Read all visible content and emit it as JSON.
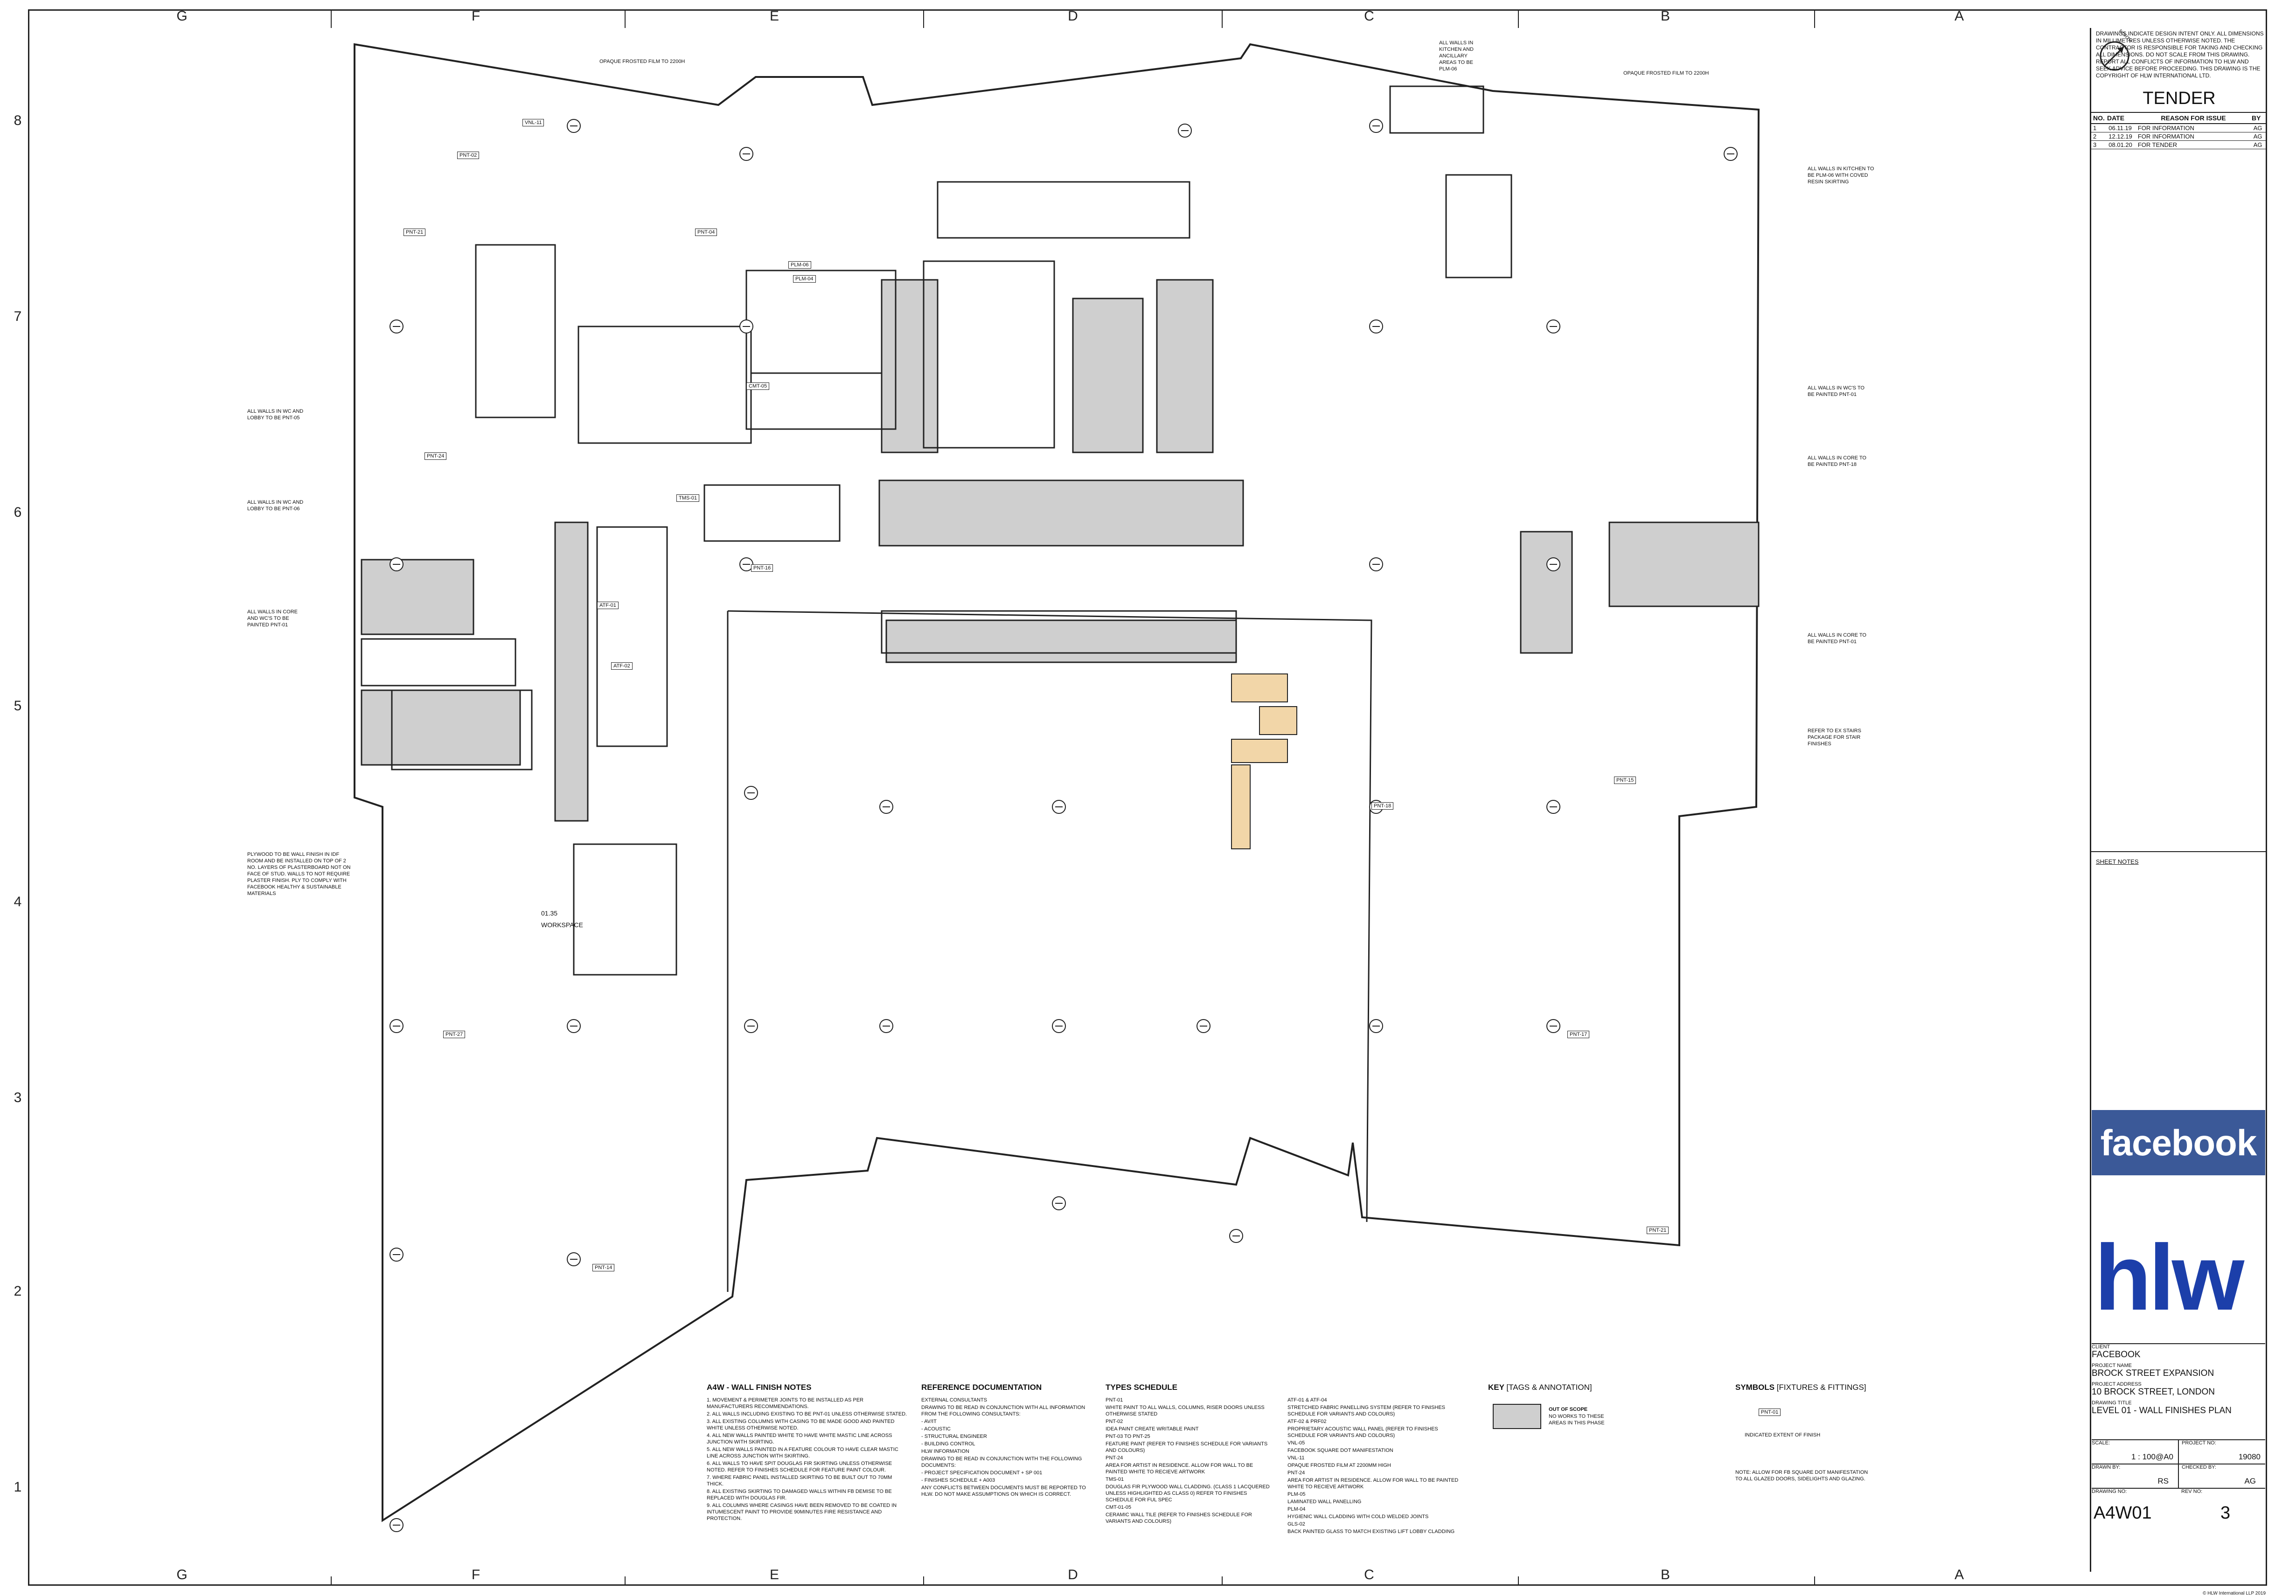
{
  "grid": {
    "columns": [
      "G",
      "F",
      "E",
      "D",
      "C",
      "B",
      "A"
    ],
    "rows": [
      "8",
      "7",
      "6",
      "5",
      "4",
      "3",
      "2",
      "1"
    ]
  },
  "plan": {
    "workspace_code": "01.35",
    "workspace_label": "WORKSPACE",
    "annotations_left": [
      "ALL WALLS IN WC AND LOBBY TO BE PNT-05",
      "ALL WALLS IN WC AND LOBBY TO BE PNT-06",
      "ALL WALLS IN CORE AND WC'S TO BE PAINTED PNT-01",
      "PLYWOOD TO BE WALL FINISH IN IDF ROOM AND BE INSTALLED ON TOP OF 2 NO. LAYERS OF PLASTERBOARD NOT ON FACE OF STUD. WALLS TO NOT REQUIRE PLASTER FINISH. PLY TO COMPLY WITH FACEBOOK HEALTHY & SUSTAINABLE MATERIALS"
    ],
    "annotations_right": [
      "ALL WALLS IN KITCHEN AND ANCILLARY AREAS TO BE PLM-06",
      "ALL WALLS IN KITCHEN TO BE PLM-06 WITH COVED RESIN SKIRTING",
      "ALL WALLS IN WC'S TO BE PAINTED PNT-01",
      "ALL WALLS IN CORE TO BE PAINTED PNT-18",
      "ALL WALLS IN CORE TO BE PAINTED PNT-01",
      "REFER TO EX STAIRS PACKAGE FOR STAIR FINISHES"
    ],
    "annotations_top": [
      "OPAQUE FROSTED FILM TO 2200H",
      "OPAQUE FROSTED FILM TO 2200H"
    ],
    "tags": [
      "VNL-11",
      "PNT-02",
      "PNT-21",
      "PNT-04",
      "PLM-06",
      "PLM-04",
      "CMT-05",
      "PNT-24",
      "TMS-01",
      "PNT-16",
      "PNT-27",
      "ATF-01",
      "ATF-02",
      "PNT-18",
      "PNT-15",
      "PNT-17",
      "PNT-14",
      "PNT-21"
    ]
  },
  "notes": {
    "wall_title": "A4W - WALL FINISH NOTES",
    "wall_items": [
      "1. MOVEMENT & PERIMETER JOINTS TO BE INSTALLED AS PER MANUFACTURERS RECOMMENDATIONS.",
      "2. ALL WALLS INCLUDING EXISTING TO BE PNT-01 UNLESS OTHERWISE STATED.",
      "3. ALL EXISTING COLUMNS WITH CASING TO BE MADE GOOD AND PAINTED WHITE UNLESS OTHERWISE NOTED.",
      "4. ALL NEW WALLS PAINTED WHITE TO HAVE WHITE MASTIC LINE ACROSS JUNCTION WITH SKIRTING.",
      "5. ALL NEW WALLS PAINTED IN A FEATURE COLOUR TO HAVE CLEAR MASTIC LINE ACROSS JUNCTION WITH SKIRTING.",
      "6. ALL WALLS TO HAVE SPIT DOUGLAS FIR SKIRTING UNLESS OTHERWISE NOTED. REFER TO FINISHES SCHEDULE FOR FEATURE PAINT COLOUR.",
      "7. WHERE FABRIC PANEL INSTALLED SKIRTING TO BE BUILT OUT TO 70MM THICK.",
      "8. ALL EXISTING SKIRTING TO DAMAGED WALLS WITHIN FB DEMISE TO BE REPLACED WITH DOUGLAS FIR.",
      "9. ALL COLUMNS WHERE CASINGS HAVE BEEN REMOVED TO BE COATED IN INTUMESCENT PAINT TO PROVIDE 90MINUTES FIRE RESISTANCE AND PROTECTION."
    ],
    "ref_title": "REFERENCE DOCUMENTATION",
    "ref_items": [
      "EXTERNAL CONSULTANTS",
      "DRAWING TO BE READ IN CONJUNCTION WITH ALL INFORMATION FROM THE FOLLOWING CONSULTANTS:",
      "- AV/IT",
      "- ACOUSTIC",
      "- STRUCTURAL ENGINEER",
      "- BUILDING CONTROL",
      "HLW INFORMATION",
      "DRAWING TO BE READ IN CONJUNCTION WITH THE FOLLOWING DOCUMENTS:",
      "- PROJECT SPECIFICATION DOCUMENT + SP 001",
      "- FINISHES SCHEDULE + A003",
      "ANY CONFLICTS BETWEEN DOCUMENTS MUST BE REPORTED TO HLW. DO NOT MAKE ASSUMPTIONS ON WHICH IS CORRECT."
    ],
    "types_title": "TYPES SCHEDULE",
    "types_col1": [
      "PNT-01",
      "WHITE PAINT TO ALL WALLS, COLUMNS, RISER DOORS UNLESS OTHERWISE STATED",
      "PNT-02",
      "IDEA PAINT CREATE WRITABLE PAINT",
      "PNT-03 TO PNT-25",
      "FEATURE PAINT (REFER TO FINISHES SCHEDULE FOR VARIANTS AND COLOURS)",
      "PNT-24",
      "AREA FOR ARTIST IN RESIDENCE. ALLOW FOR WALL TO BE PAINTED WHITE TO RECIEVE ARTWORK",
      "TMS-01",
      "DOUGLAS FIR PLYWOOD WALL CLADDING. (CLASS 1 LACQUERED UNLESS HIGHLIGHTED AS CLASS 0) REFER TO FINISHES SCHEDULE FOR FUL SPEC",
      "CMT-01-05",
      "CERAMIC WALL TILE (REFER TO FINISHES SCHEDULE FOR VARIANTS AND COLOURS)"
    ],
    "types_col2": [
      "ATF-01 & ATF-04",
      "STRETCHED FABRIC PANELLING SYSTEM (REFER TO FINISHES SCHEDULE FOR VARIANTS AND COLOURS)",
      "ATF-02 & PRF02",
      "PROPRIETARY ACOUSTIC WALL PANEL (REFER TO FINISHES SCHEDULE FOR VARIANTS AND COLOURS)",
      "VNL-05",
      "FACEBOOK SQUARE DOT MANIFESTATION",
      "VNL-11",
      "OPAQUE FROSTED FILM AT 2200MM HIGH",
      "PNT-24",
      "AREA FOR ARTIST IN RESIDENCE. ALLOW FOR WALL TO BE PAINTED WHITE TO RECIEVE ARTWORK",
      "PLM-05",
      "LAMINATED WALL PANELLING",
      "PLM-04",
      "HYGIENIC WALL CLADDING WITH COLD WELDED JOINTS",
      "GLS-02",
      "BACK PAINTED GLASS TO MATCH EXISTING LIFT LOBBY CLADDING"
    ],
    "key_title": "KEY",
    "key_sub": "[TAGS & ANNOTATION]",
    "key_item_title": "OUT OF SCOPE",
    "key_item_text": "NO WORKS TO THESE AREAS IN THIS PHASE",
    "symbols_title": "SYMBOLS",
    "symbols_sub": "[FIXTURES & FITTINGS]",
    "symbols_tag": "PNT-01",
    "symbols_item": "INDICATED EXTENT OF FINISH",
    "symbols_note": "NOTE: ALLOW FOR FB SQUARE DOT MANIFESTATION TO ALL GLAZED DOORS, SIDELIGHTS AND GLAZING."
  },
  "title_block": {
    "disclaimer": "DRAWINGS INDICATE DESIGN INTENT ONLY. ALL DIMENSIONS IN MILLIMETRES UNLESS OTHERWISE NOTED. THE CONTRACTOR IS RESPONSIBLE FOR TAKING AND CHECKING ALL DIMENSIONS. DO NOT SCALE FROM THIS DRAWING. REPORT ALL CONFLICTS OF INFORMATION TO HLW AND SEEK ADVICE BEFORE PROCEEDING. THIS DRAWING IS THE COPYRIGHT OF HLW INTERNATIONAL LTD.",
    "north": "NORTH",
    "status": "TENDER",
    "rev_headers": [
      "NO.",
      "DATE",
      "REASON FOR ISSUE",
      "BY"
    ],
    "revisions": [
      {
        "no": "1",
        "date": "06.11.19",
        "reason": "FOR INFORMATION",
        "by": "AG"
      },
      {
        "no": "2",
        "date": "12.12.19",
        "reason": "FOR INFORMATION",
        "by": "AG"
      },
      {
        "no": "3",
        "date": "08.01.20",
        "reason": "FOR TENDER",
        "by": "AG"
      }
    ],
    "sheet_notes": "SHEET NOTES",
    "facebook_logo": "facebook",
    "hlw_logo": "hlw",
    "client_label": "CLIENT",
    "client": "FACEBOOK",
    "project_label": "PROJECT NAME",
    "project": "BROCK STREET EXPANSION",
    "address_label": "PROJECT ADDRESS",
    "address": "10 BROCK STREET, LONDON",
    "title_label": "DRAWING TITLE",
    "title": "LEVEL 01 - WALL FINISHES PLAN",
    "scale_label": "SCALE:",
    "scale": "1 : 100@A0",
    "projno_label": "PROJECT NO:",
    "projno": "19080",
    "drawnby_label": "DRAWN BY:",
    "drawnby": "RS",
    "checkedby_label": "CHECKED BY:",
    "checkedby": "AG",
    "drawingno_label": "DRAWING NO:",
    "drawingno": "A4W01",
    "revno_label": "REV NO:",
    "revno": "3",
    "copyright": "© HLW International LLP 2019"
  },
  "colors": {
    "line": "#222222",
    "core_fill": "#cfcfcf",
    "stair_fill": "#f2d6a8",
    "facebook_blue": "#3b5998",
    "hlw_blue": "#1c3faa"
  }
}
